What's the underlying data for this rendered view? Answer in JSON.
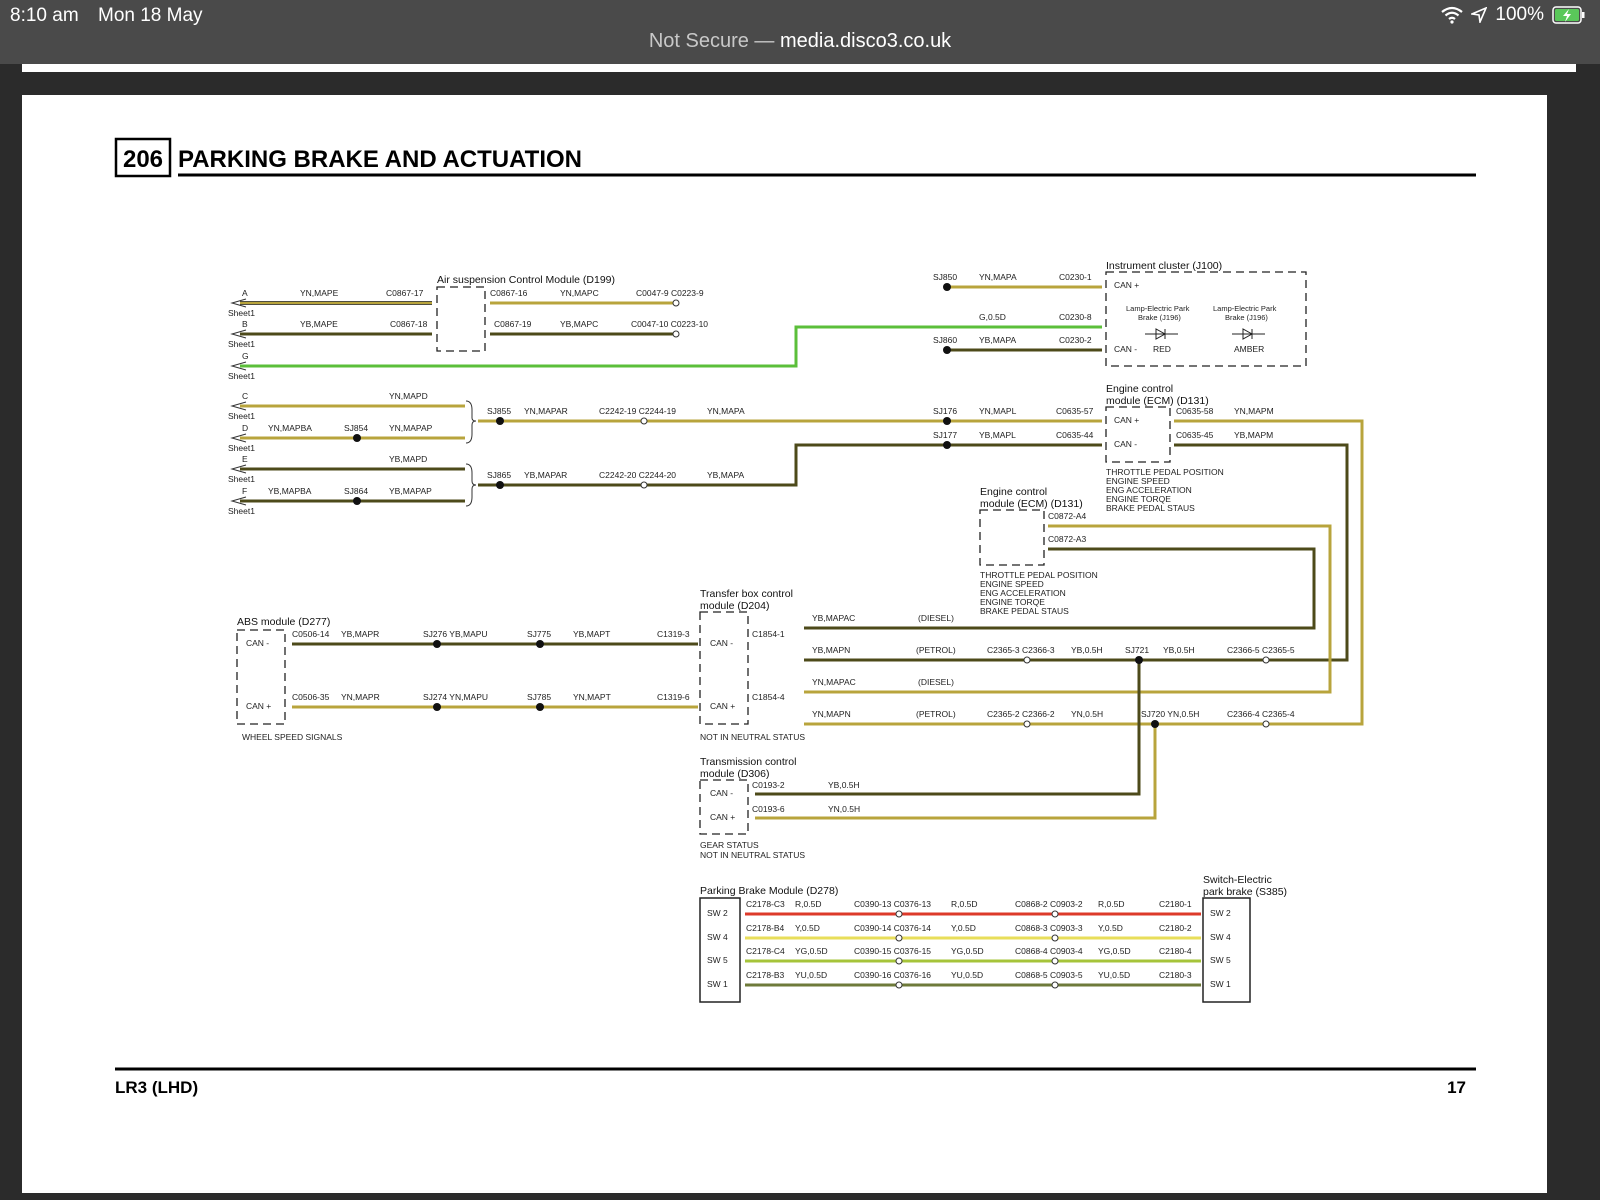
{
  "status_bar": {
    "time": "8:10 am",
    "date": "Mon 18 May",
    "battery": "100%",
    "icons": [
      "wifi-icon",
      "location-icon",
      "battery-charging-icon"
    ]
  },
  "browser": {
    "security": "Not Secure —",
    "host": "media.disco3.co.uk"
  },
  "doc": {
    "section_number": "206",
    "section_title": "PARKING BRAKE AND ACTUATION",
    "footer_model": "LR3 (LHD)",
    "page_number": "17"
  },
  "colors": {
    "yn": "#b8a43c",
    "yb": "#4d4a1a",
    "green": "#5bbf3a",
    "red": "#dd3a2a",
    "yellow": "#e8de5a",
    "yg": "#a6c43a",
    "yu": "#6e7a3a"
  },
  "diagram": {
    "modules": {
      "air": "Air suspension Control Module (D199)",
      "ic": "Instrument cluster (J100)",
      "ecm1a": "Engine control",
      "ecm1b": "module (ECM) (D131)",
      "ecm2a": "Engine control",
      "ecm2b": "module (ECM) (D131)",
      "abs": "ABS module (D277)",
      "tb1": "Transfer box control",
      "tb2": "module (D204)",
      "tc1": "Transmission control",
      "tc2": "module (D306)",
      "pbm": "Parking Brake Module (D278)",
      "sw1": "Switch-Electric",
      "sw2": "park brake (S385)"
    },
    "sheet": "Sheet1",
    "sheet_letters": [
      "A",
      "B",
      "G",
      "C",
      "D",
      "E",
      "F"
    ],
    "labels": {
      "a_wire": "YN,MAPE",
      "a_conn": "C0867-17",
      "b_wire": "YB,MAPE",
      "b_conn": "C0867-18",
      "air_o1": "C0867-16",
      "air_o1w": "YN,MAPC",
      "air_o1c": "C0047-9 C0223-9",
      "air_o2": "C0867-19",
      "air_o2w": "YB,MAPC",
      "air_o2c": "C0047-10 C0223-10",
      "sj850": "SJ850",
      "sj850w": "YN,MAPA",
      "c0230_1": "C0230-1",
      "can_plus": "CAN +",
      "g05": "G,0.5D",
      "c0230_8": "C0230-8",
      "sj860": "SJ860",
      "sj860w": "YB,MAPA",
      "c0230_2": "C0230-2",
      "can_minus": "CAN -",
      "lamp1a": "Lamp-Electric Park",
      "lamp1b": "Brake (J196)",
      "lamp2a": "Lamp-Electric Park",
      "lamp2b": "Brake (J196)",
      "red": "RED",
      "amber": "AMBER",
      "c_wire": "YN,MAPD",
      "d_wire1": "YN,MAPBA",
      "sj854": "SJ854",
      "d_wire2": "YN,MAPAP",
      "e_wire": "YB,MAPD",
      "f_wire1": "YB,MAPBA",
      "sj864": "SJ864",
      "f_wire2": "YB,MAPAP",
      "sj855": "SJ855",
      "sj855w": "YN,MAPAR",
      "c2242_19": "C2242-19 C2244-19",
      "mapa1": "YN,MAPA",
      "sj865": "SJ865",
      "sj865w": "YB,MAPAR",
      "c2242_20": "C2242-20 C2244-20",
      "mapa2": "YB,MAPA",
      "sj176": "SJ176",
      "sj176w": "YN,MAPL",
      "c0635_57": "C0635-57",
      "sj177": "SJ177",
      "sj177w": "YB,MAPL",
      "c0635_44": "C0635-44",
      "c0635_58": "C0635-58",
      "mapm1": "YN,MAPM",
      "c0635_45": "C0635-45",
      "mapm2": "YB,MAPM",
      "c0872_a4": "C0872-A4",
      "c0872_a3": "C0872-A3",
      "c0506_14": "C0506-14",
      "mapr1": "YB,MAPR",
      "sj276": "SJ276 YB,MAPU",
      "sj775": "SJ775",
      "mapt1": "YB,MAPT",
      "c1319_3": "C1319-3",
      "c0506_35": "C0506-35",
      "mapr2": "YN,MAPR",
      "sj274": "SJ274 YN,MAPU",
      "sj785": "SJ785",
      "mapt2": "YN,MAPT",
      "c1319_6": "C1319-6",
      "c1854_1": "C1854-1",
      "c1854_4": "C1854-4",
      "mapac1": "YB,MAPAC",
      "diesel1": "(DIESEL)",
      "mapn1": "YB,MAPN",
      "petrol1": "(PETROL)",
      "c2365_3": "C2365-3 C2366-3",
      "yb05h": "YB,0.5H",
      "sj721": "SJ721",
      "yb05h2": "YB,0.5H",
      "c2366_5": "C2366-5 C2365-5",
      "mapac2": "YN,MAPAC",
      "diesel2": "(DIESEL)",
      "mapn2": "YN,MAPN",
      "petrol2": "(PETROL)",
      "c2365_2": "C2365-2 C2366-2",
      "yn05h": "YN,0.5H",
      "sj720": "SJ720 YN,0.5H",
      "c2366_4": "C2366-4 C2365-4",
      "c0193_2": "C0193-2",
      "tc_w1": "YB,0.5H",
      "c0193_6": "C0193-6",
      "tc_w2": "YN,0.5H",
      "sw2": "SW 2",
      "sw4": "SW 4",
      "sw5": "SW 5",
      "sw1": "SW 1",
      "r1a": "C2178-C3",
      "r1w": "R,0.5D",
      "r1b": "C0390-13 C0376-13",
      "r1w2": "R,0.5D",
      "r1c": "C0868-2 C0903-2",
      "r1w3": "R,0.5D",
      "r1d": "C2180-1",
      "r2a": "C2178-B4",
      "r2w": "Y,0.5D",
      "r2b": "C0390-14 C0376-14",
      "r2w2": "Y,0.5D",
      "r2c": "C0868-3 C0903-3",
      "r2w3": "Y,0.5D",
      "r2d": "C2180-2",
      "r3a": "C2178-C4",
      "r3w": "YG,0.5D",
      "r3b": "C0390-15 C0376-15",
      "r3w2": "YG,0.5D",
      "r3c": "C0868-4 C0903-4",
      "r3w3": "YG,0.5D",
      "r3d": "C2180-4",
      "r4a": "C2178-B3",
      "r4w": "YU,0.5D",
      "r4b": "C0390-16 C0376-16",
      "r4w2": "YU,0.5D",
      "r4c": "C0868-5 C0903-5",
      "r4w3": "YU,0.5D",
      "r4d": "C2180-3"
    },
    "ecm1_signals": [
      "THROTTLE PEDAL POSITION",
      "ENGINE SPEED",
      "ENG ACCELERATION",
      "ENGINE TORQE",
      "BRAKE PEDAL STAUS"
    ],
    "ecm2_signals": [
      "THROTTLE PEDAL POSITION",
      "ENGINE SPEED",
      "ENG ACCELERATION",
      "ENGINE TORQE",
      "BRAKE PEDAL STAUS"
    ],
    "abs_note": "WHEEL SPEED SIGNALS",
    "tb_note": "NOT IN NEUTRAL STATUS",
    "tc_notes": [
      "GEAR STATUS",
      "NOT IN NEUTRAL STATUS"
    ]
  }
}
